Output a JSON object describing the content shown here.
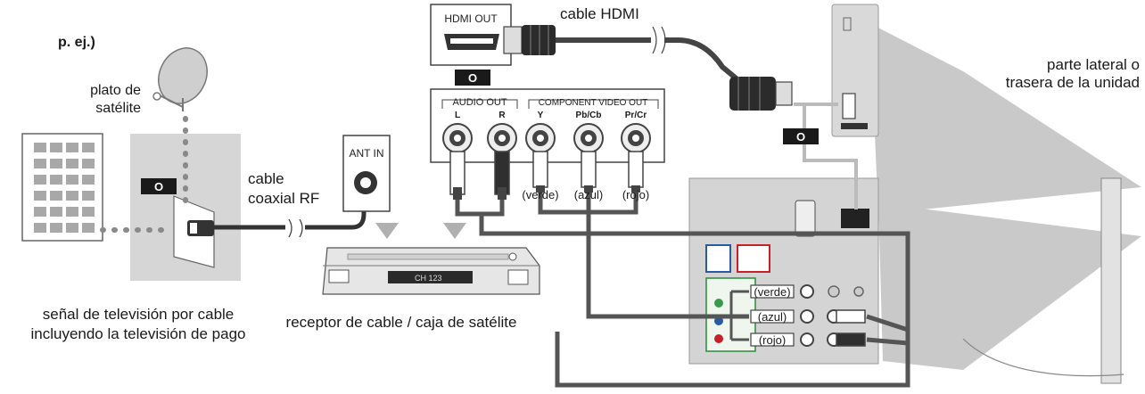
{
  "example_label": "p. ej.)",
  "satellite": {
    "label_line1": "plato de",
    "label_line2": "satélite"
  },
  "badge_symbol": "O",
  "coax": {
    "label_line1": "cable",
    "label_line2": "coaxial RF"
  },
  "ant_in": "ANT IN",
  "signal_caption": {
    "line1": "señal de televisión por cable",
    "line2": "incluyendo la televisión de pago"
  },
  "receiver_caption": "receptor de cable / caja de satélite",
  "receiver_display": "CH 123",
  "hdmi_out": "HDMI OUT",
  "hdmi_cable": "cable HDMI",
  "audio_out": "AUDIO OUT",
  "component_out": "COMPONENT VIDEO OUT",
  "jacks": {
    "L": "L",
    "R": "R",
    "Y": "Y",
    "Pb": "Pb/Cb",
    "Pr": "Pr/Cr"
  },
  "colors": {
    "verde": "(verde)",
    "azul": "(azul)",
    "rojo": "(rojo)"
  },
  "unit_caption": {
    "line1": "parte lateral o",
    "line2": "trasera de la unidad"
  },
  "palette": {
    "cable": "#4a4a4a",
    "panel": "#d6d6d6",
    "gray_light": "#cccccc",
    "badge": "#1a1a1a"
  }
}
